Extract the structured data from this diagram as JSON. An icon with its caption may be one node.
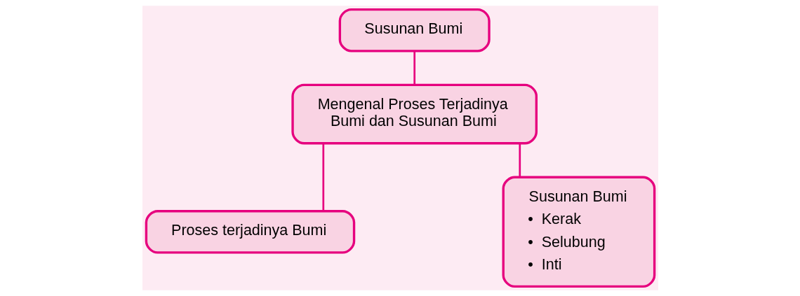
{
  "diagram": {
    "nodes": [
      {
        "text": [
          "Susunan Bumi"
        ]
      },
      {
        "text": [
          "Mengenal Proses Terjadinya Bumi dan Susunan Bumi"
        ]
      },
      {
        "text": [
          "Proses terjadinya Bumi"
        ]
      },
      {
        "text": [
          "Susunan Bumi",
          "•  Kerak",
          "•  Selubung",
          "•  Inti"
        ]
      }
    ],
    "edges": [
      {
        "from": 0,
        "to": 1,
        "arrow": "none"
      },
      {
        "from": 1,
        "to": 2,
        "arrow": "none"
      },
      {
        "from": 1,
        "to": 3,
        "arrow": "none"
      }
    ]
  }
}
